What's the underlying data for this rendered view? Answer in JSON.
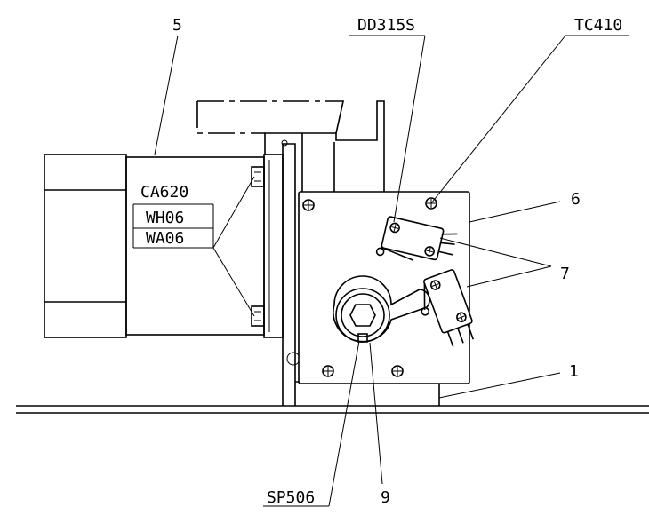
{
  "callouts": {
    "label_5": "5",
    "label_dd315s": "DD315S",
    "label_tc410": "TC410",
    "label_ca620": "CA620",
    "label_wh06": "WH06",
    "label_wa06": "WA06",
    "label_6": "6",
    "label_7": "7",
    "label_1": "1",
    "label_9": "9",
    "label_sp506": "SP506"
  }
}
